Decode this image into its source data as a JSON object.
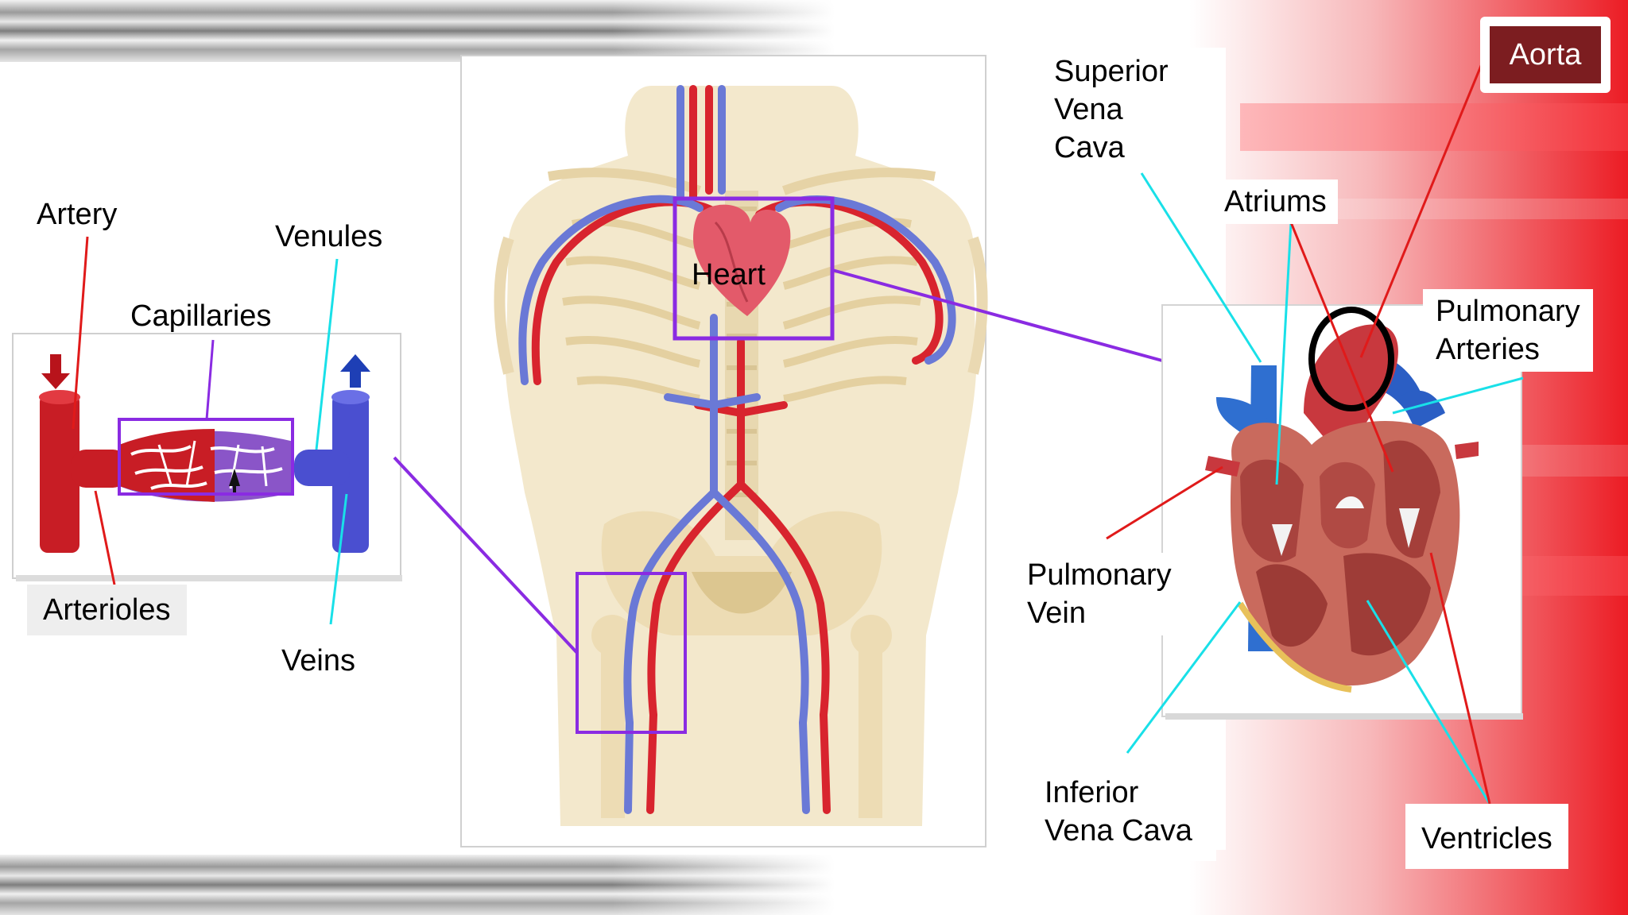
{
  "labels": {
    "artery": "Artery",
    "venules": "Venules",
    "capillaries": "Capillaries",
    "arterioles": "Arterioles",
    "veins": "Veins",
    "heart": "Heart",
    "superior_vena_cava": "Superior\nVena\nCava",
    "atriums": "Atriums",
    "aorta": "Aorta",
    "pulmonary_arteries": "Pulmonary\nArteries",
    "pulmonary_vein": "Pulmonary\nVein",
    "inferior_vena_cava": "Inferior\nVena Cava",
    "ventricles": "Ventricles"
  },
  "colors": {
    "artery_red": "#d8242e",
    "vein_blue": "#4a5fd0",
    "highlight_purple": "#8a2be2",
    "pointer_cyan": "#19e0e8",
    "pointer_red": "#e01a1a",
    "aorta_box": "#7c1d20",
    "side_red": "#ec1c24"
  }
}
